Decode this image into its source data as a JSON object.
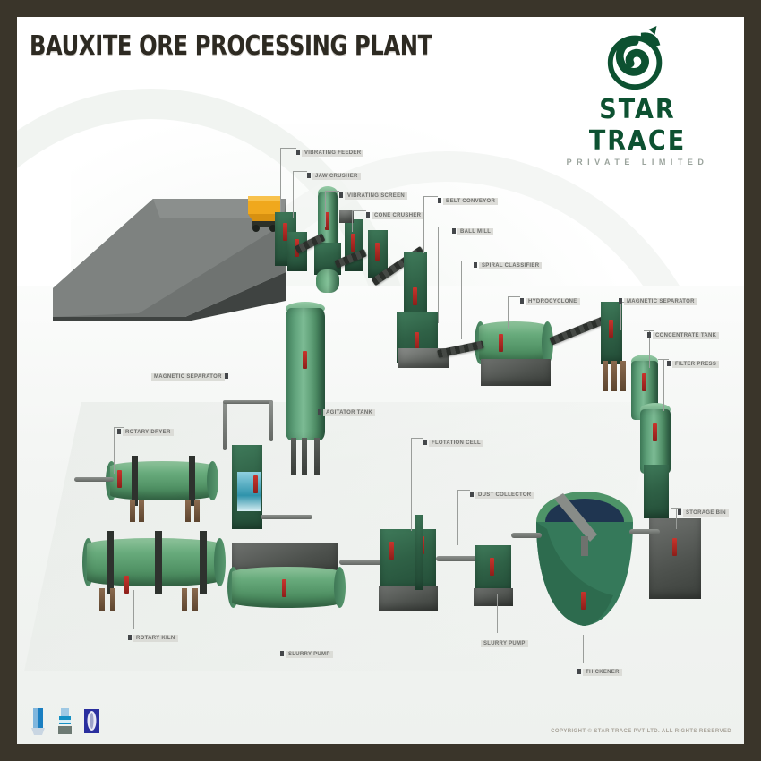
{
  "header": {
    "title": "BAUXITE ORE PROCESSING PLANT"
  },
  "logo": {
    "icon_name": "star-trace-swirl-emblem",
    "wordmark": "STAR TRACE",
    "subwordmark": "PRIVATE LIMITED",
    "brand_color": "#0d5131"
  },
  "colors": {
    "frame": "#3a352a",
    "canvas": "#ffffff",
    "equipment_green_dark": "#2f6146",
    "equipment_green_light": "#68ab7c",
    "accent_red": "#c9342c",
    "stockpile_grey": "#6a6e6c",
    "loader_yellow": "#f0a81d",
    "label_text": "#6e6f6c"
  },
  "labels": [
    {
      "id": "vibrating-feeder",
      "text": "VIBRATING FEEDER"
    },
    {
      "id": "jaw-crusher",
      "text": "JAW CRUSHER"
    },
    {
      "id": "vibrating-screen",
      "text": "VIBRATING SCREEN"
    },
    {
      "id": "cone-crusher",
      "text": "CONE CRUSHER"
    },
    {
      "id": "belt-conveyor",
      "text": "BELT CONVEYOR"
    },
    {
      "id": "ball-mill",
      "text": "BALL MILL"
    },
    {
      "id": "spiral-classifier",
      "text": "SPIRAL CLASSIFIER"
    },
    {
      "id": "hydrocyclone",
      "text": "HYDROCYCLONE"
    },
    {
      "id": "agitator-tank",
      "text": "AGITATOR TANK"
    },
    {
      "id": "flotation-cell",
      "text": "FLOTATION CELL"
    },
    {
      "id": "concentrate-tank",
      "text": "CONCENTRATE TANK"
    },
    {
      "id": "thickener",
      "text": "THICKENER"
    },
    {
      "id": "magnetic-separator",
      "text": "MAGNETIC SEPARATOR"
    },
    {
      "id": "rotary-dryer",
      "text": "ROTARY DRYER"
    },
    {
      "id": "rotary-kiln",
      "text": "ROTARY KILN"
    },
    {
      "id": "slurry-pump",
      "text": "SLURRY PUMP"
    },
    {
      "id": "storage-bin",
      "text": "STORAGE BIN"
    },
    {
      "id": "filter-press",
      "text": "FILTER PRESS"
    },
    {
      "id": "dust-collector",
      "text": "DUST COLLECTOR"
    }
  ],
  "equipment": [
    {
      "id": "ore-stockpile",
      "name": "ore-stockpile"
    },
    {
      "id": "wheel-loader",
      "name": "wheel-loader"
    },
    {
      "id": "feed-hopper",
      "name": "feed-hopper"
    },
    {
      "id": "jaw-crusher",
      "name": "jaw-crusher"
    },
    {
      "id": "screen-tower",
      "name": "vibrating-screen-tower"
    },
    {
      "id": "cone-crusher",
      "name": "cone-crusher"
    },
    {
      "id": "ball-mill",
      "name": "ball-mill"
    },
    {
      "id": "classifier",
      "name": "spiral-classifier"
    },
    {
      "id": "cyclone-stack",
      "name": "hydrocyclone-stack"
    },
    {
      "id": "agitator",
      "name": "agitator-tank"
    },
    {
      "id": "flotation",
      "name": "flotation-cell-bank"
    },
    {
      "id": "thickener",
      "name": "thickener-tank"
    },
    {
      "id": "filter-press",
      "name": "filter-press-unit"
    },
    {
      "id": "rotary-dryer",
      "name": "rotary-dryer-drum"
    },
    {
      "id": "rotary-kiln",
      "name": "rotary-kiln-drum"
    },
    {
      "id": "magnetic-sep",
      "name": "magnetic-separator"
    },
    {
      "id": "storage-bin",
      "name": "storage-bin"
    }
  ],
  "footer": {
    "badges": [
      {
        "name": "iso-certification-badge-1"
      },
      {
        "name": "iso-certification-badge-2"
      },
      {
        "name": "iso-certification-badge-3"
      }
    ],
    "copyright": "COPYRIGHT © STAR TRACE PVT LTD. ALL RIGHTS RESERVED"
  }
}
